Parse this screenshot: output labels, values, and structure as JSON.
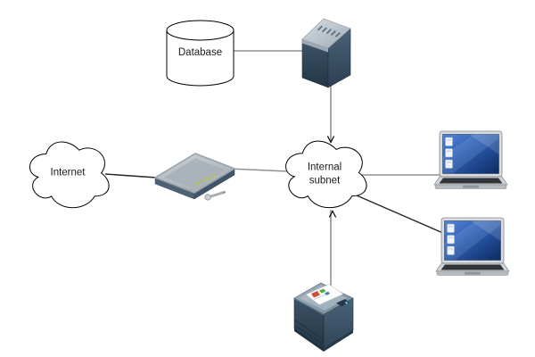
{
  "diagram": {
    "type": "network-topology",
    "background_color": "#ffffff",
    "nodes": {
      "database": {
        "label": "Database",
        "shape": "cylinder"
      },
      "server": {
        "icon": "server-icon"
      },
      "internet_cloud": {
        "label": "Internet",
        "shape": "cloud"
      },
      "router": {
        "icon": "wireless-router-icon"
      },
      "internal_subnet_cloud": {
        "label": "Internal subnet",
        "label_lines": [
          "Internal",
          "subnet"
        ],
        "shape": "cloud"
      },
      "laptop_top": {
        "icon": "laptop-icon"
      },
      "laptop_bottom": {
        "icon": "laptop-icon"
      },
      "printer": {
        "icon": "printer-icon"
      }
    },
    "edges": [
      {
        "from": "database",
        "to": "server",
        "arrow": "none"
      },
      {
        "from": "internet_cloud",
        "to": "router",
        "arrow": "none"
      },
      {
        "from": "router",
        "to": "internal_subnet_cloud",
        "arrow": "none"
      },
      {
        "from": "server",
        "to": "internal_subnet_cloud",
        "arrow": "open",
        "arrow_at": "internal_subnet_cloud"
      },
      {
        "from": "internal_subnet_cloud",
        "to": "laptop_top",
        "arrow": "none"
      },
      {
        "from": "internal_subnet_cloud",
        "to": "laptop_bottom",
        "arrow": "none"
      },
      {
        "from": "printer",
        "to": "internal_subnet_cloud",
        "arrow": "open",
        "arrow_at": "internal_subnet_cloud"
      }
    ],
    "colors": {
      "edge_gray": "#909090",
      "edge_dark": "#262626",
      "shape_outline": "#000000",
      "node_dark_blue": "#36495c",
      "node_silver": "#b9c2ca",
      "laptop_screen_blue": "#2a5cb0",
      "router_label_green": "#b5c934",
      "printer_paper": "#fdfdfd",
      "label_text": "#1a1a1a"
    }
  }
}
